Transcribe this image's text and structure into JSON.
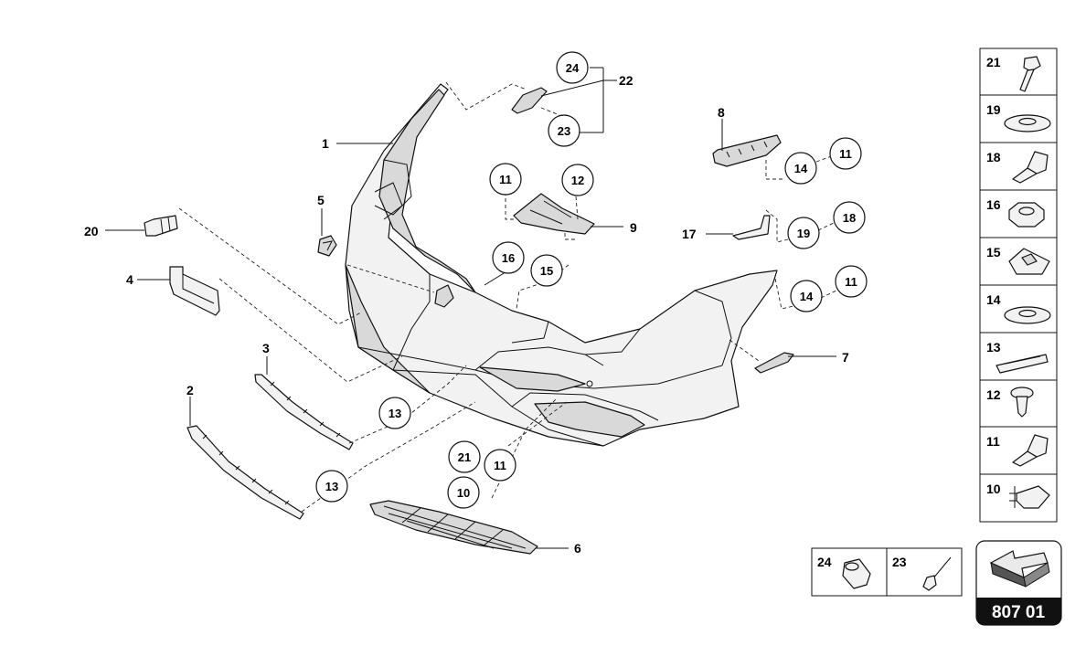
{
  "callouts": {
    "c1": "1",
    "c2": "2",
    "c3": "3",
    "c4": "4",
    "c5": "5",
    "c6": "6",
    "c7": "7",
    "c8": "8",
    "c9": "9",
    "c10": "10",
    "c11a": "11",
    "c11b": "11",
    "c11c": "11",
    "c11d": "11",
    "c12": "12",
    "c13a": "13",
    "c13b": "13",
    "c14a": "14",
    "c14b": "14",
    "c15": "15",
    "c16": "16",
    "c17": "17",
    "c18": "18",
    "c19": "19",
    "c20": "20",
    "c21": "21",
    "c22": "22",
    "c23": "23",
    "c24": "24"
  },
  "side_legend": [
    "21",
    "19",
    "18",
    "16",
    "15",
    "14",
    "13",
    "12",
    "11",
    "10"
  ],
  "bottom_legend": [
    "24",
    "23"
  ],
  "page_code": "807 01"
}
